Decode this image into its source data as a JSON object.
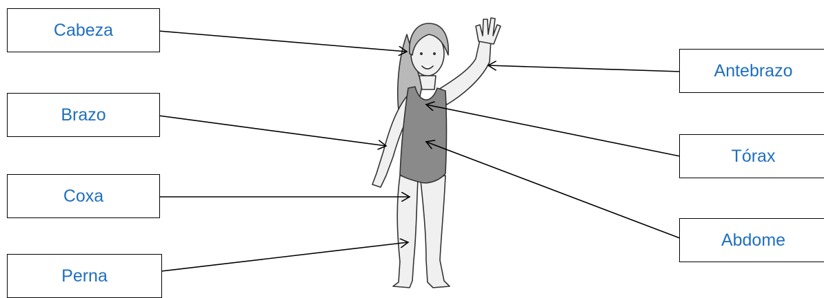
{
  "labels": {
    "cabeza": "Cabeza",
    "brazo": "Brazo",
    "coxa": "Coxa",
    "perna": "Perna",
    "antebrazo": "Antebrazo",
    "torax": "Tórax",
    "abdome": "Abdome"
  },
  "colors": {
    "label_text": "#1f6fbf",
    "box_border": "#000000",
    "arrow": "#000000",
    "swimsuit": "#8a8a8a",
    "hair": "#b9b9b9",
    "skin": "#f0f0f0"
  },
  "illustration": "girl-in-swimsuit-waving"
}
